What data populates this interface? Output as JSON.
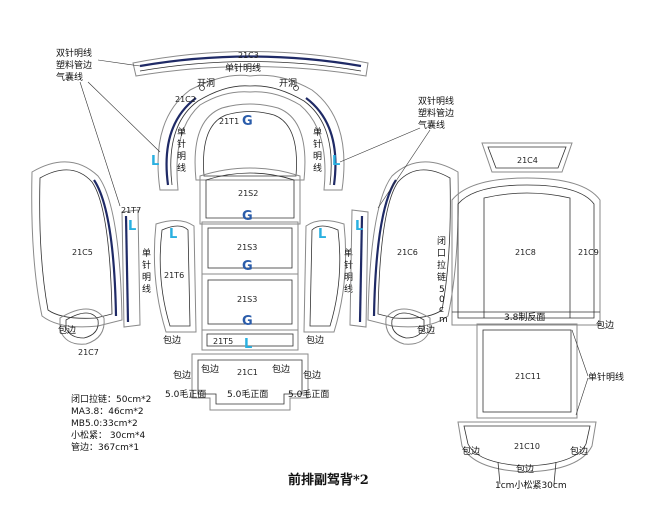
{
  "title": "前排副驾背*2",
  "pieces": {
    "c3": "21C3",
    "c2": "21C2",
    "t1": "21T1",
    "s2": "21S2",
    "s3a": "21S3",
    "s3b": "21S3",
    "t5": "21T5",
    "c1": "21C1",
    "c5": "21C5",
    "t7": "21T7",
    "c7": "21C7",
    "t6": "21T6",
    "c6": "21C6",
    "c4": "21C4",
    "c8": "21C8",
    "c9": "21C9",
    "c11": "21C11",
    "c10": "21C10"
  },
  "marks": {
    "g": "G",
    "l": "L"
  },
  "labels": {
    "double_stitch_left": [
      "双针明线",
      "塑料管边",
      "气囊线"
    ],
    "double_stitch_right": [
      "双针明线",
      "塑料管边",
      "气囊线"
    ],
    "single_stitch_top": "单针明线",
    "open_hole": "开洞",
    "single_stitch_v": [
      "单",
      "针",
      "明",
      "线"
    ],
    "single_stitch_right": "单针明线",
    "close_zip": [
      "闭",
      "口",
      "拉",
      "链",
      "5",
      "0",
      "c",
      "m"
    ],
    "binding": "包边",
    "bottom_5mm": "5.0毛正面",
    "center_5mm": "5.0毛正面",
    "reverse_38": "3.8制反面",
    "loose_1cm": "1cm小松紧30cm"
  },
  "notes": [
    "闭口拉链：50cm*2",
    "MA3.8：46cm*2",
    "MB5.0:33cm*2",
    "小松紧：  30cm*4",
    "管边：367cm*1"
  ]
}
